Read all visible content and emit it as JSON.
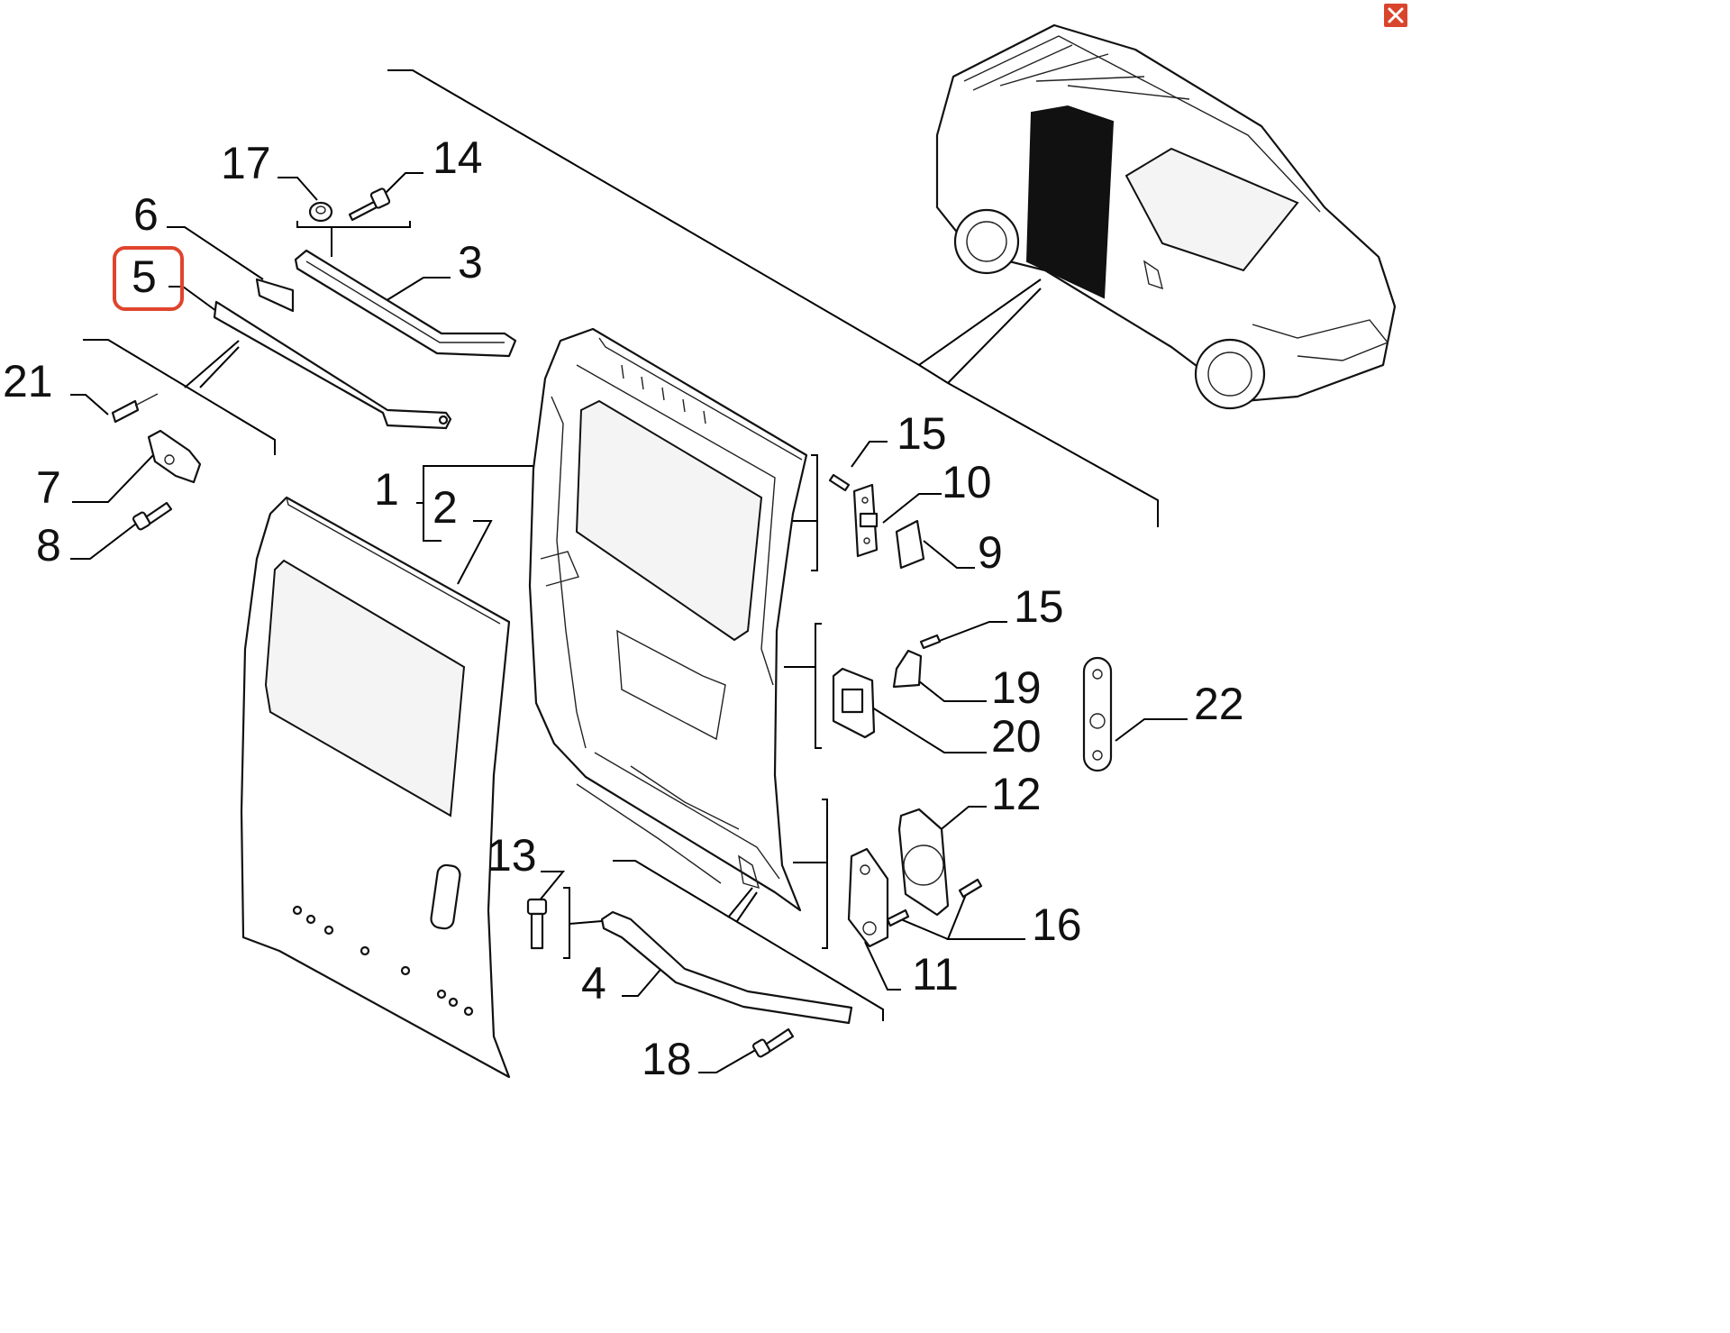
{
  "close_icon": "close-icon",
  "highlight_color": "#e0442c",
  "close_color": "#d9452c",
  "callouts": [
    {
      "id": "1",
      "text": "1"
    },
    {
      "id": "2",
      "text": "2"
    },
    {
      "id": "3",
      "text": "3"
    },
    {
      "id": "4",
      "text": "4"
    },
    {
      "id": "5",
      "text": "5"
    },
    {
      "id": "6",
      "text": "6"
    },
    {
      "id": "7",
      "text": "7"
    },
    {
      "id": "8",
      "text": "8"
    },
    {
      "id": "9",
      "text": "9"
    },
    {
      "id": "10",
      "text": "10"
    },
    {
      "id": "11",
      "text": "11"
    },
    {
      "id": "12",
      "text": "12"
    },
    {
      "id": "13",
      "text": "13"
    },
    {
      "id": "14",
      "text": "14"
    },
    {
      "id": "15a",
      "text": "15"
    },
    {
      "id": "15b",
      "text": "15"
    },
    {
      "id": "16",
      "text": "16"
    },
    {
      "id": "17",
      "text": "17"
    },
    {
      "id": "18",
      "text": "18"
    },
    {
      "id": "19",
      "text": "19"
    },
    {
      "id": "20",
      "text": "20"
    },
    {
      "id": "21",
      "text": "21"
    },
    {
      "id": "22",
      "text": "22"
    }
  ],
  "highlighted_callout": "5"
}
